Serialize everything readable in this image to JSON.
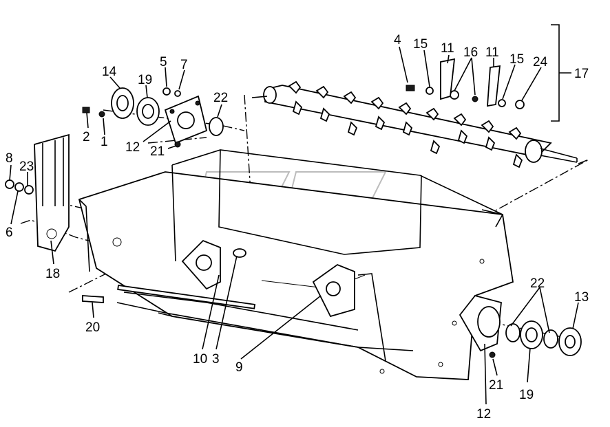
{
  "callouts": [
    {
      "id": "c-4",
      "text": "4"
    },
    {
      "id": "c-15a",
      "text": "15"
    },
    {
      "id": "c-11a",
      "text": "11"
    },
    {
      "id": "c-16",
      "text": "16"
    },
    {
      "id": "c-11b",
      "text": "11"
    },
    {
      "id": "c-15b",
      "text": "15"
    },
    {
      "id": "c-24",
      "text": "24"
    },
    {
      "id": "c-17",
      "text": "17"
    },
    {
      "id": "c-14",
      "text": "14"
    },
    {
      "id": "c-19a",
      "text": "19"
    },
    {
      "id": "c-5",
      "text": "5"
    },
    {
      "id": "c-7",
      "text": "7"
    },
    {
      "id": "c-22a",
      "text": "22"
    },
    {
      "id": "c-2",
      "text": "2"
    },
    {
      "id": "c-1",
      "text": "1"
    },
    {
      "id": "c-12a",
      "text": "12"
    },
    {
      "id": "c-21a",
      "text": "21"
    },
    {
      "id": "c-8",
      "text": "8"
    },
    {
      "id": "c-23",
      "text": "23"
    },
    {
      "id": "c-6",
      "text": "6"
    },
    {
      "id": "c-18",
      "text": "18"
    },
    {
      "id": "c-20",
      "text": "20"
    },
    {
      "id": "c-10",
      "text": "10"
    },
    {
      "id": "c-3",
      "text": "3"
    },
    {
      "id": "c-9",
      "text": "9"
    },
    {
      "id": "c-22b",
      "text": "22"
    },
    {
      "id": "c-13",
      "text": "13"
    },
    {
      "id": "c-21b",
      "text": "21"
    },
    {
      "id": "c-19b",
      "text": "19"
    },
    {
      "id": "c-12b",
      "text": "12"
    }
  ]
}
